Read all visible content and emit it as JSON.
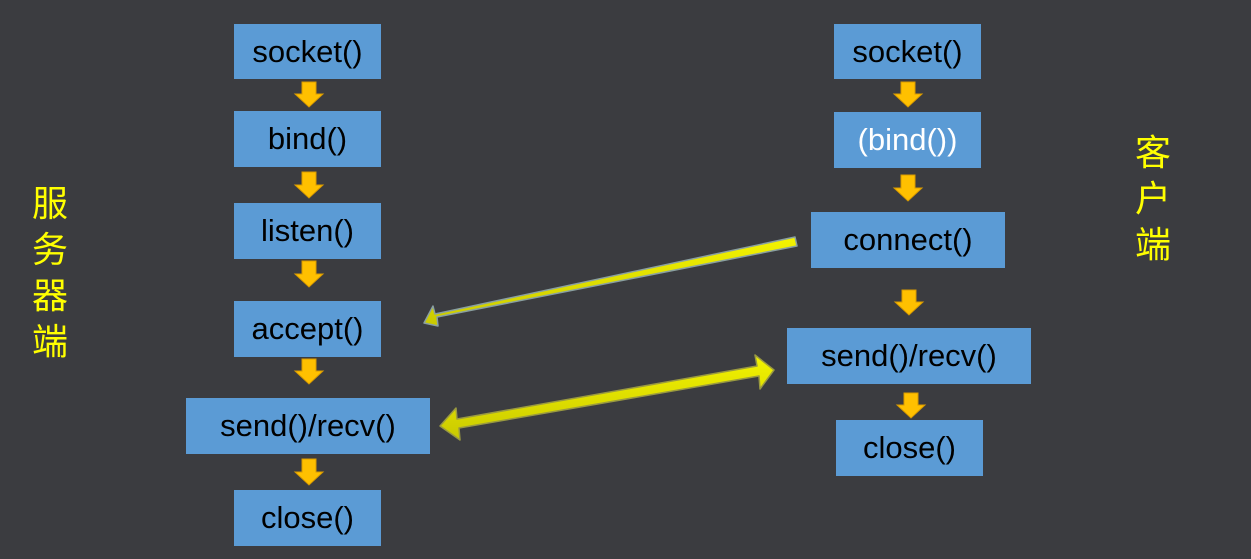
{
  "server": {
    "label": "服务器端",
    "steps": [
      "socket()",
      "bind()",
      "listen()",
      "accept()",
      "send()/recv()",
      "close()"
    ]
  },
  "client": {
    "label": "客户端",
    "steps": [
      "socket()",
      "(bind())",
      "connect()",
      "send()/recv()",
      "close()"
    ]
  },
  "colors": {
    "background": "#3b3c40",
    "box_fill": "#5b9bd5",
    "step_arrow": "#ffc000",
    "connection_arrow": "#e6e600",
    "label_text": "#ffff00"
  }
}
